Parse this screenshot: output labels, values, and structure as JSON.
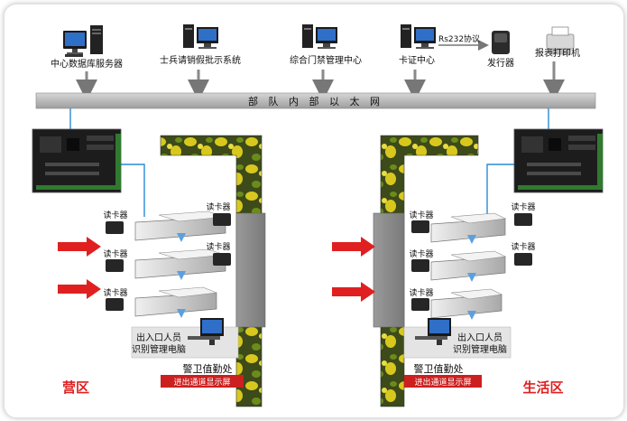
{
  "top_devices": [
    {
      "label": "中心数据库服务器"
    },
    {
      "label": "士兵请销假批示系统"
    },
    {
      "label": "综合门禁管理中心"
    },
    {
      "label": "卡证中心"
    },
    {
      "label": "发行器"
    },
    {
      "label": "报表打印机"
    }
  ],
  "protocol_label": "Rs232协议",
  "network_label": "部 队 内 部 以 太 网",
  "card_reader_label": "读卡器",
  "left": {
    "zone_label": "营区",
    "pc_label_line1": "出入口人员",
    "pc_label_line2": "识别管理电脑",
    "guard_label": "警卫值勤处",
    "screen_label": "进出通道显示屏"
  },
  "right": {
    "zone_label": "生活区",
    "pc_label_line1": "出入口人员",
    "pc_label_line2": "识别管理电脑",
    "guard_label": "警卫值勤处",
    "screen_label": "进出通道显示屏"
  },
  "colors": {
    "bus": "#b8b8b8",
    "cable": "#2a8ad4",
    "arrow": "#e02020",
    "camo_green": "#3d4a1a",
    "camo_yellow": "#d8c81e",
    "wall": "#8a8a8a"
  }
}
